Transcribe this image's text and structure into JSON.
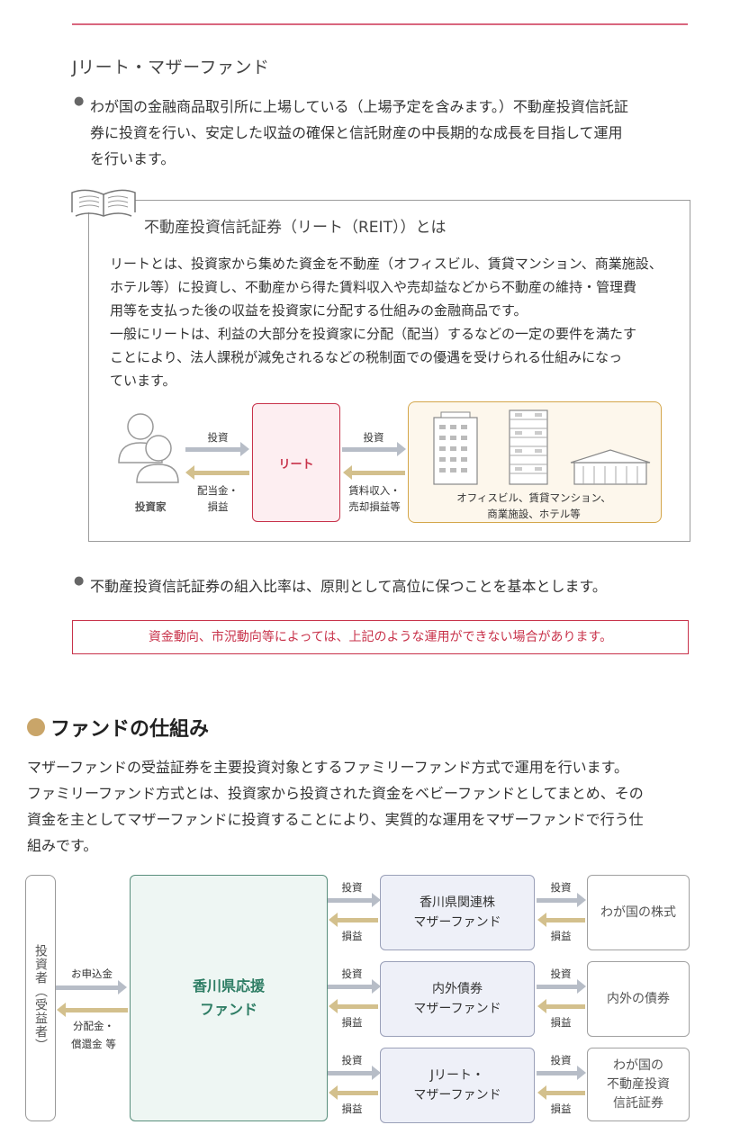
{
  "section1": {
    "subtitle": "Jリート・マザーファンド",
    "bullet1_lines": [
      "わが国の金融商品取引所に上場している（上場予定を含みます。）不動産投資信託証",
      "券に投資を行い、安定した収益の確保と信託財産の中長期的な成長を目指して運用",
      "を行います。"
    ],
    "reit_box": {
      "title": "不動産投資信託証券（リート（REIT））とは",
      "lines": [
        "リートとは、投資家から集めた資金を不動産（オフィスビル、賃貸マンション、商業施設、",
        "ホテル等）に投資し、不動産から得た賃料収入や売却益などから不動産の維持・管理費",
        "用等を支払った後の収益を投資家に分配する仕組みの金融商品です。",
        "一般にリートは、利益の大部分を投資家に分配（配当）するなどの一定の要件を満たす",
        "ことにより、法人課税が減免されるなどの税制面での優遇を受けられる仕組みになっ",
        "ています。"
      ],
      "diagram": {
        "investor_label": "投資家",
        "invest_label_1": "投資",
        "dividend_label": "配当金・\n損益",
        "reit_label": "リート",
        "invest_label_2": "投資",
        "rent_label": "賃料収入・\n売却損益等",
        "property_label": "オフィスビル、賃貸マンション、\n商業施設、ホテル等"
      }
    },
    "bullet2": "不動産投資信託証券の組入比率は、原則として高位に保つことを基本とします。",
    "notice": "資金動向、市況動向等によっては、上記のような運用ができない場合があります。"
  },
  "section2": {
    "title": "ファンドの仕組み",
    "lines": [
      "マザーファンドの受益証券を主要投資対象とするファミリーファンド方式で運用を行います。",
      "ファミリーファンド方式とは、投資家から投資された資金をベビーファンドとしてまとめ、その",
      "資金を主としてマザーファンドに投資することにより、実質的な運用をマザーファンドで行う仕",
      "組みです。"
    ],
    "diagram": {
      "investor": "投資者（受益者）",
      "subscription": "お申込金",
      "distribution": "分配金・\n償還金 等",
      "fund": "香川県応援\nファンド",
      "invest": "投資",
      "profit": "損益",
      "rows": [
        {
          "mother": "香川県関連株\nマザーファンド",
          "asset": "わが国の株式"
        },
        {
          "mother": "内外債券\nマザーファンド",
          "asset": "内外の債券"
        },
        {
          "mother": "Jリート・\nマザーファンド",
          "asset": "わが国の\n不動産投資\n信託証券"
        }
      ]
    },
    "colors": {
      "accent_red": "#c8324a",
      "fund_green": "#2e7d64",
      "gold": "#c9a569"
    }
  }
}
